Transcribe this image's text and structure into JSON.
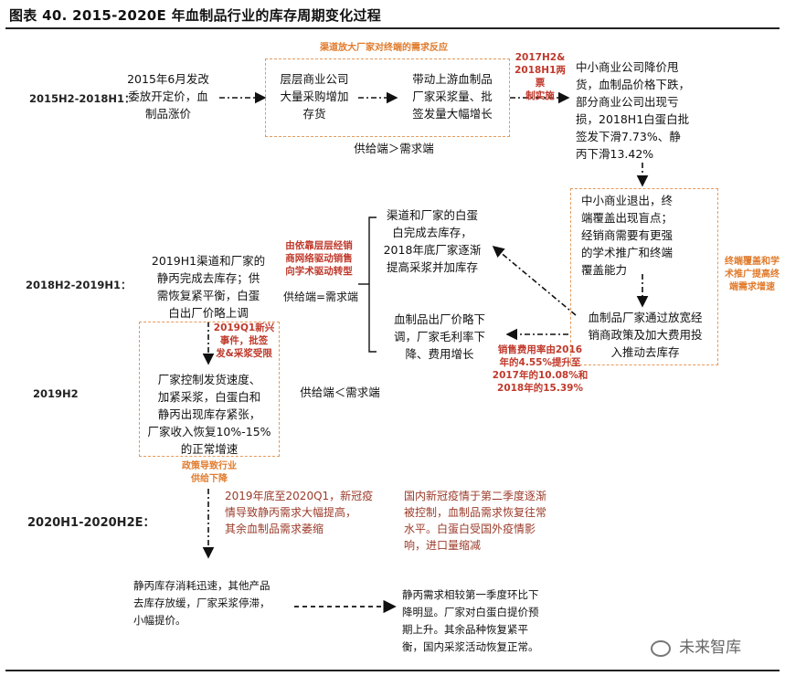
{
  "title": "图表 40. 2015-2020E 年血制品行业的库存周期变化过程",
  "periods": {
    "p1": "2015H2-2018H1：",
    "p2": "2018H2-2019H1：",
    "p3": "2019H2",
    "p4": "2020H1-2020H2E："
  },
  "top_box_caption": "渠道放大厂家对终端的需求反应",
  "nodes": {
    "n1": "2015年6月发改\n委放开定价，血\n制品涨价",
    "n2": "层层商业公司\n大量采购增加\n存货",
    "n3": "带动上游血制品\n厂家采浆量、批\n签发量大幅增长",
    "n4": "中小商业公司降价甩\n货，血制品价格下跌，\n部分商业公司出现亏\n损，2018H1白蛋白批\n签发下滑7.73%、静\n丙下滑13.42%",
    "n5": "中小商业退出，终\n端覆盖出现盲点；\n经销商需要有更强\n的学术推广和终端\n覆盖能力",
    "n6": "血制品厂家通过放宽经\n销商政策及加大费用投\n入推动去库存",
    "n7": "渠道和厂家的白蛋\n白完成去库存，\n2018年底厂家逐渐\n提高采浆并加库存",
    "n8": "血制品出厂价略下\n调，厂家毛利率下\n降、费用增长",
    "n9": "2019H1渠道和厂家的\n静丙完成去库存；供\n需恢复紧平衡，白蛋\n白出厂价略上调",
    "n10": "厂家控制发货速度、\n加紧采浆，白蛋白和\n静丙出现库存紧张，\n厂家收入恢复10%-15%\n的正常增速",
    "n11": "静丙库存消耗迅速，其他产品\n去库存放缓，厂家采浆停滞，\n小幅提价。",
    "n12": "静丙需求相较第一季度环比下\n降明显。厂家对白蛋白提价预\n期上升。其余品种恢复紧平\n衡，国内采浆活动恢复正常。"
  },
  "supply_labels": {
    "s1": "供给端＞需求端",
    "s2": "供给端=需求端",
    "s3": "供给端＜需求端"
  },
  "red_notes": {
    "r1": "2017H2&\n2018H1两票\n制实施",
    "r2": "由依靠层层经销\n商网络驱动销售\n向学术驱动转型",
    "r3": "2019Q1新兴\n事件，批签\n发&采浆受限",
    "r4": "销售费用率由2016\n年的4.55%提升至\n2017年的10.08%和\n2018年的15.39%"
  },
  "orange_notes": {
    "o1": "终端覆盖和学\n术推广提高终\n端需求增速",
    "o2": "政策导致行业\n供给下降"
  },
  "brown_notes": {
    "b1": "2019年底至2020Q1，新冠疫\n情导致静丙需求大幅提高，\n其余血制品需求萎缩",
    "b2": "国内新冠疫情于第二季度逐渐\n被控制，血制品需求恢复往常\n水平。白蛋白受国外疫情影\n响，进口量缩减"
  },
  "watermark": "未来智库",
  "colors": {
    "dash_border": "#e59a5c",
    "red": "#c0392b",
    "orange": "#e07b2c",
    "brown": "#9b3b2a"
  }
}
